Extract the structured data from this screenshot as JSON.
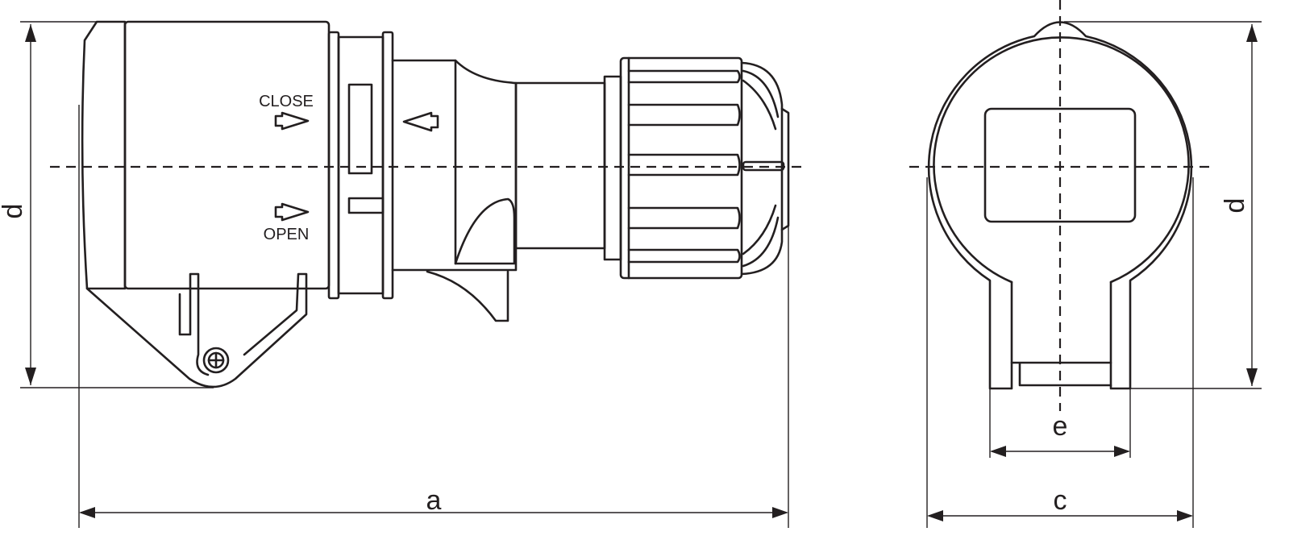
{
  "side_view": {
    "close_label": "CLOSE",
    "open_label": "OPEN",
    "dim_length": "a",
    "dim_height": "d"
  },
  "front_view": {
    "dim_width": "c",
    "dim_tab_width": "e",
    "dim_height": "d"
  },
  "colors": {
    "line": "#231f20",
    "background": "#ffffff"
  }
}
